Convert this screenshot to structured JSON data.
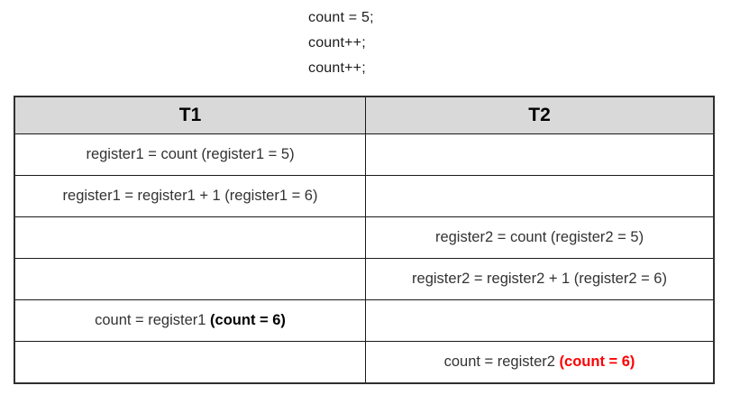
{
  "code": {
    "lines": [
      "count = 5;",
      "count++;",
      "count++;"
    ]
  },
  "table": {
    "headers": [
      "T1",
      "T2"
    ],
    "rows": [
      {
        "t1": {
          "text": "register1 = count (register1 = 5)",
          "suffix": ""
        },
        "t2": {
          "text": "",
          "suffix": ""
        }
      },
      {
        "t1": {
          "text": "register1 = register1 + 1 (register1 = 6)",
          "suffix": ""
        },
        "t2": {
          "text": "",
          "suffix": ""
        }
      },
      {
        "t1": {
          "text": "",
          "suffix": ""
        },
        "t2": {
          "text": "register2 = count (register2 = 5)",
          "suffix": ""
        }
      },
      {
        "t1": {
          "text": "",
          "suffix": ""
        },
        "t2": {
          "text": "register2 = register2 + 1 (register2 = 6)",
          "suffix": ""
        }
      },
      {
        "t1": {
          "text": "count = register1 ",
          "suffix": "(count = 6)"
        },
        "t2": {
          "text": "",
          "suffix": ""
        }
      },
      {
        "t1": {
          "text": "",
          "suffix": ""
        },
        "t2": {
          "text": "count = register2 ",
          "suffix": "(count = 6)"
        }
      }
    ],
    "colors": {
      "header_background": "#d9d9d9",
      "grid_border": "#1a1a1a",
      "outer_border": "#2f2f2f",
      "cell_text": "#333333",
      "emphasis_black": "#000000",
      "emphasis_red": "#ff0000"
    }
  }
}
